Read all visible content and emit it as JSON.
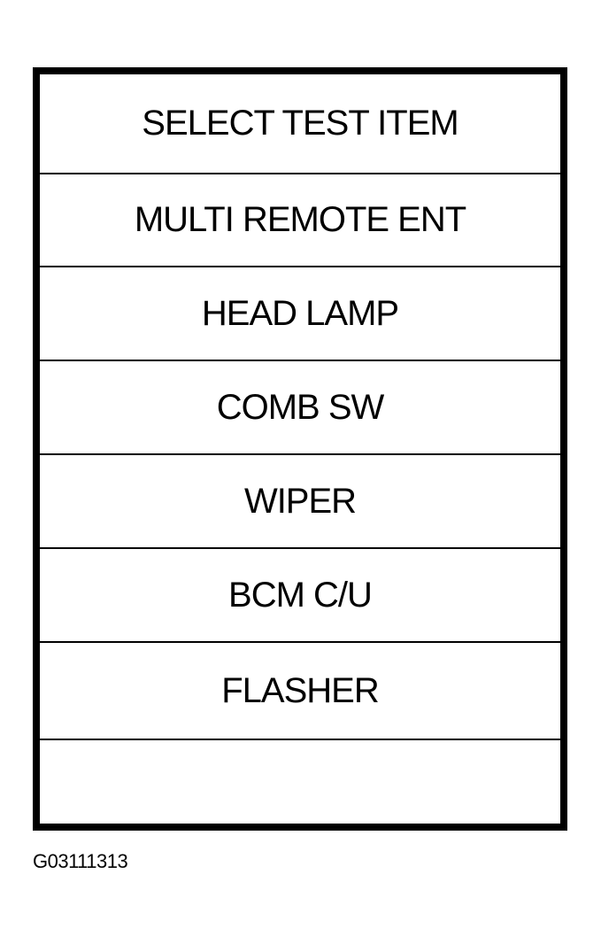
{
  "screen": {
    "title": "SELECT TEST ITEM",
    "items": [
      {
        "label": "MULTI REMOTE ENT"
      },
      {
        "label": "HEAD LAMP"
      },
      {
        "label": "COMB SW"
      },
      {
        "label": "WIPER"
      },
      {
        "label": "BCM C/U"
      },
      {
        "label": "FLASHER"
      },
      {
        "label": ""
      }
    ]
  },
  "figure_id": "G03111313",
  "colors": {
    "background": "#ffffff",
    "foreground": "#000000"
  }
}
